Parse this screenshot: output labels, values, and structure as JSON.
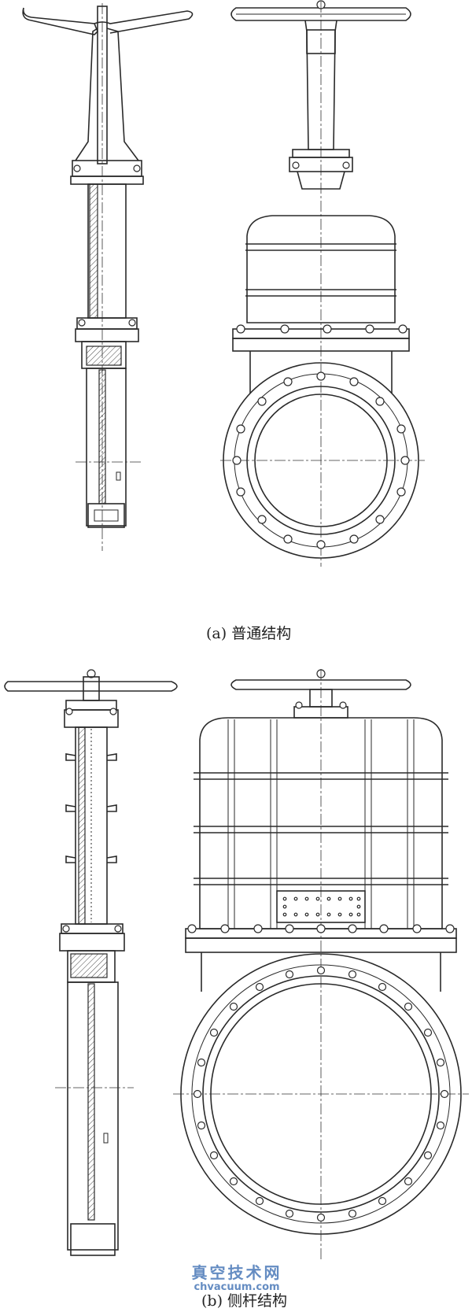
{
  "figure_a": {
    "caption": "(a) 普通结构"
  },
  "figure_b": {
    "caption": "(b) 侧杆结构"
  },
  "watermark": {
    "cn": "真空技术网",
    "en": "chvacuum.com"
  }
}
